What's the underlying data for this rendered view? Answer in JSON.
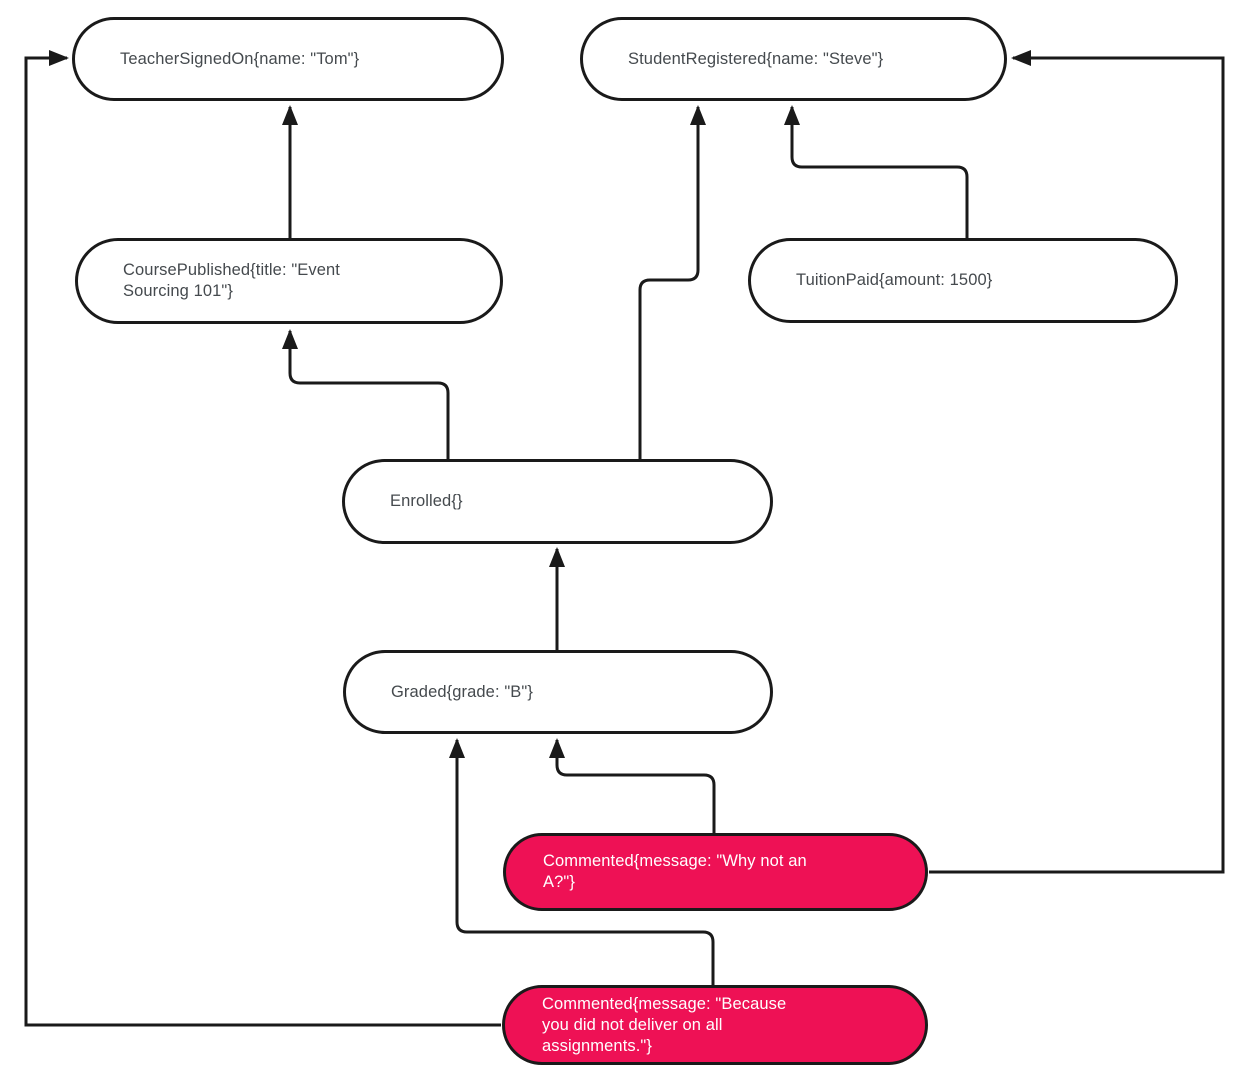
{
  "diagram": {
    "type": "event-sourcing-graph",
    "background_color": "#ffffff",
    "stroke_color": "#1a1a1a",
    "node_fill_color": "#ffffff",
    "node_text_color": "#454a4e",
    "highlight_fill_color": "#EE1155",
    "highlight_text_color": "#ffffff",
    "nodes": [
      {
        "id": "teacher-signed-on",
        "label": "TeacherSignedOn{name: \"Tom\"}",
        "style": "default"
      },
      {
        "id": "student-registered",
        "label": "StudentRegistered{name: \"Steve\"}",
        "style": "default"
      },
      {
        "id": "course-published",
        "label": "CoursePublished{title: \"Event\nSourcing 101\"}",
        "style": "default"
      },
      {
        "id": "tuition-paid",
        "label": "TuitionPaid{amount: 1500}",
        "style": "default"
      },
      {
        "id": "enrolled",
        "label": "Enrolled{}",
        "style": "default"
      },
      {
        "id": "graded",
        "label": "Graded{grade: \"B\"}",
        "style": "default"
      },
      {
        "id": "commented-why",
        "label": "Commented{message: \"Why not an\nA?\"}",
        "style": "highlight"
      },
      {
        "id": "commented-because",
        "label": "Commented{message: \"Because\nyou did not deliver on all\nassignments.\"}",
        "style": "highlight"
      }
    ],
    "edges": [
      {
        "from": "course-published",
        "to": "teacher-signed-on"
      },
      {
        "from": "enrolled",
        "to": "course-published"
      },
      {
        "from": "enrolled",
        "to": "student-registered"
      },
      {
        "from": "tuition-paid",
        "to": "student-registered"
      },
      {
        "from": "graded",
        "to": "enrolled"
      },
      {
        "from": "commented-why",
        "to": "graded"
      },
      {
        "from": "commented-why",
        "to": "student-registered"
      },
      {
        "from": "commented-because",
        "to": "graded"
      },
      {
        "from": "commented-because",
        "to": "teacher-signed-on"
      }
    ]
  }
}
